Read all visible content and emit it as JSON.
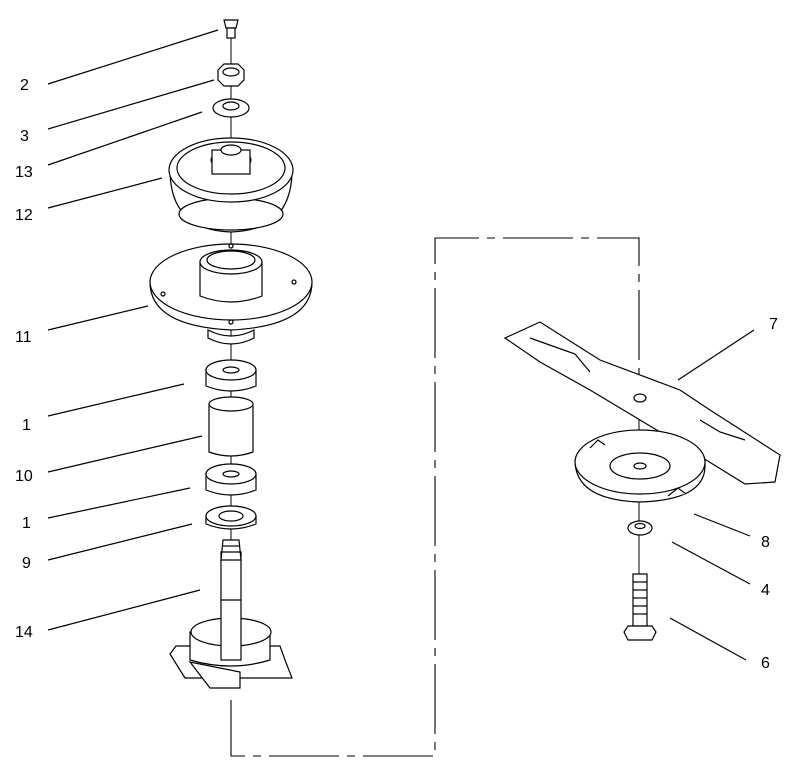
{
  "callouts": [
    {
      "id": "c2",
      "text": "2"
    },
    {
      "id": "c3",
      "text": "3"
    },
    {
      "id": "c13",
      "text": "13"
    },
    {
      "id": "c12",
      "text": "12"
    },
    {
      "id": "c11",
      "text": "11"
    },
    {
      "id": "c1a",
      "text": "1"
    },
    {
      "id": "c10",
      "text": "10"
    },
    {
      "id": "c1b",
      "text": "1"
    },
    {
      "id": "c9",
      "text": "9"
    },
    {
      "id": "c14",
      "text": "14"
    },
    {
      "id": "c7",
      "text": "7"
    },
    {
      "id": "c8",
      "text": "8"
    },
    {
      "id": "c4",
      "text": "4"
    },
    {
      "id": "c6",
      "text": "6"
    }
  ]
}
